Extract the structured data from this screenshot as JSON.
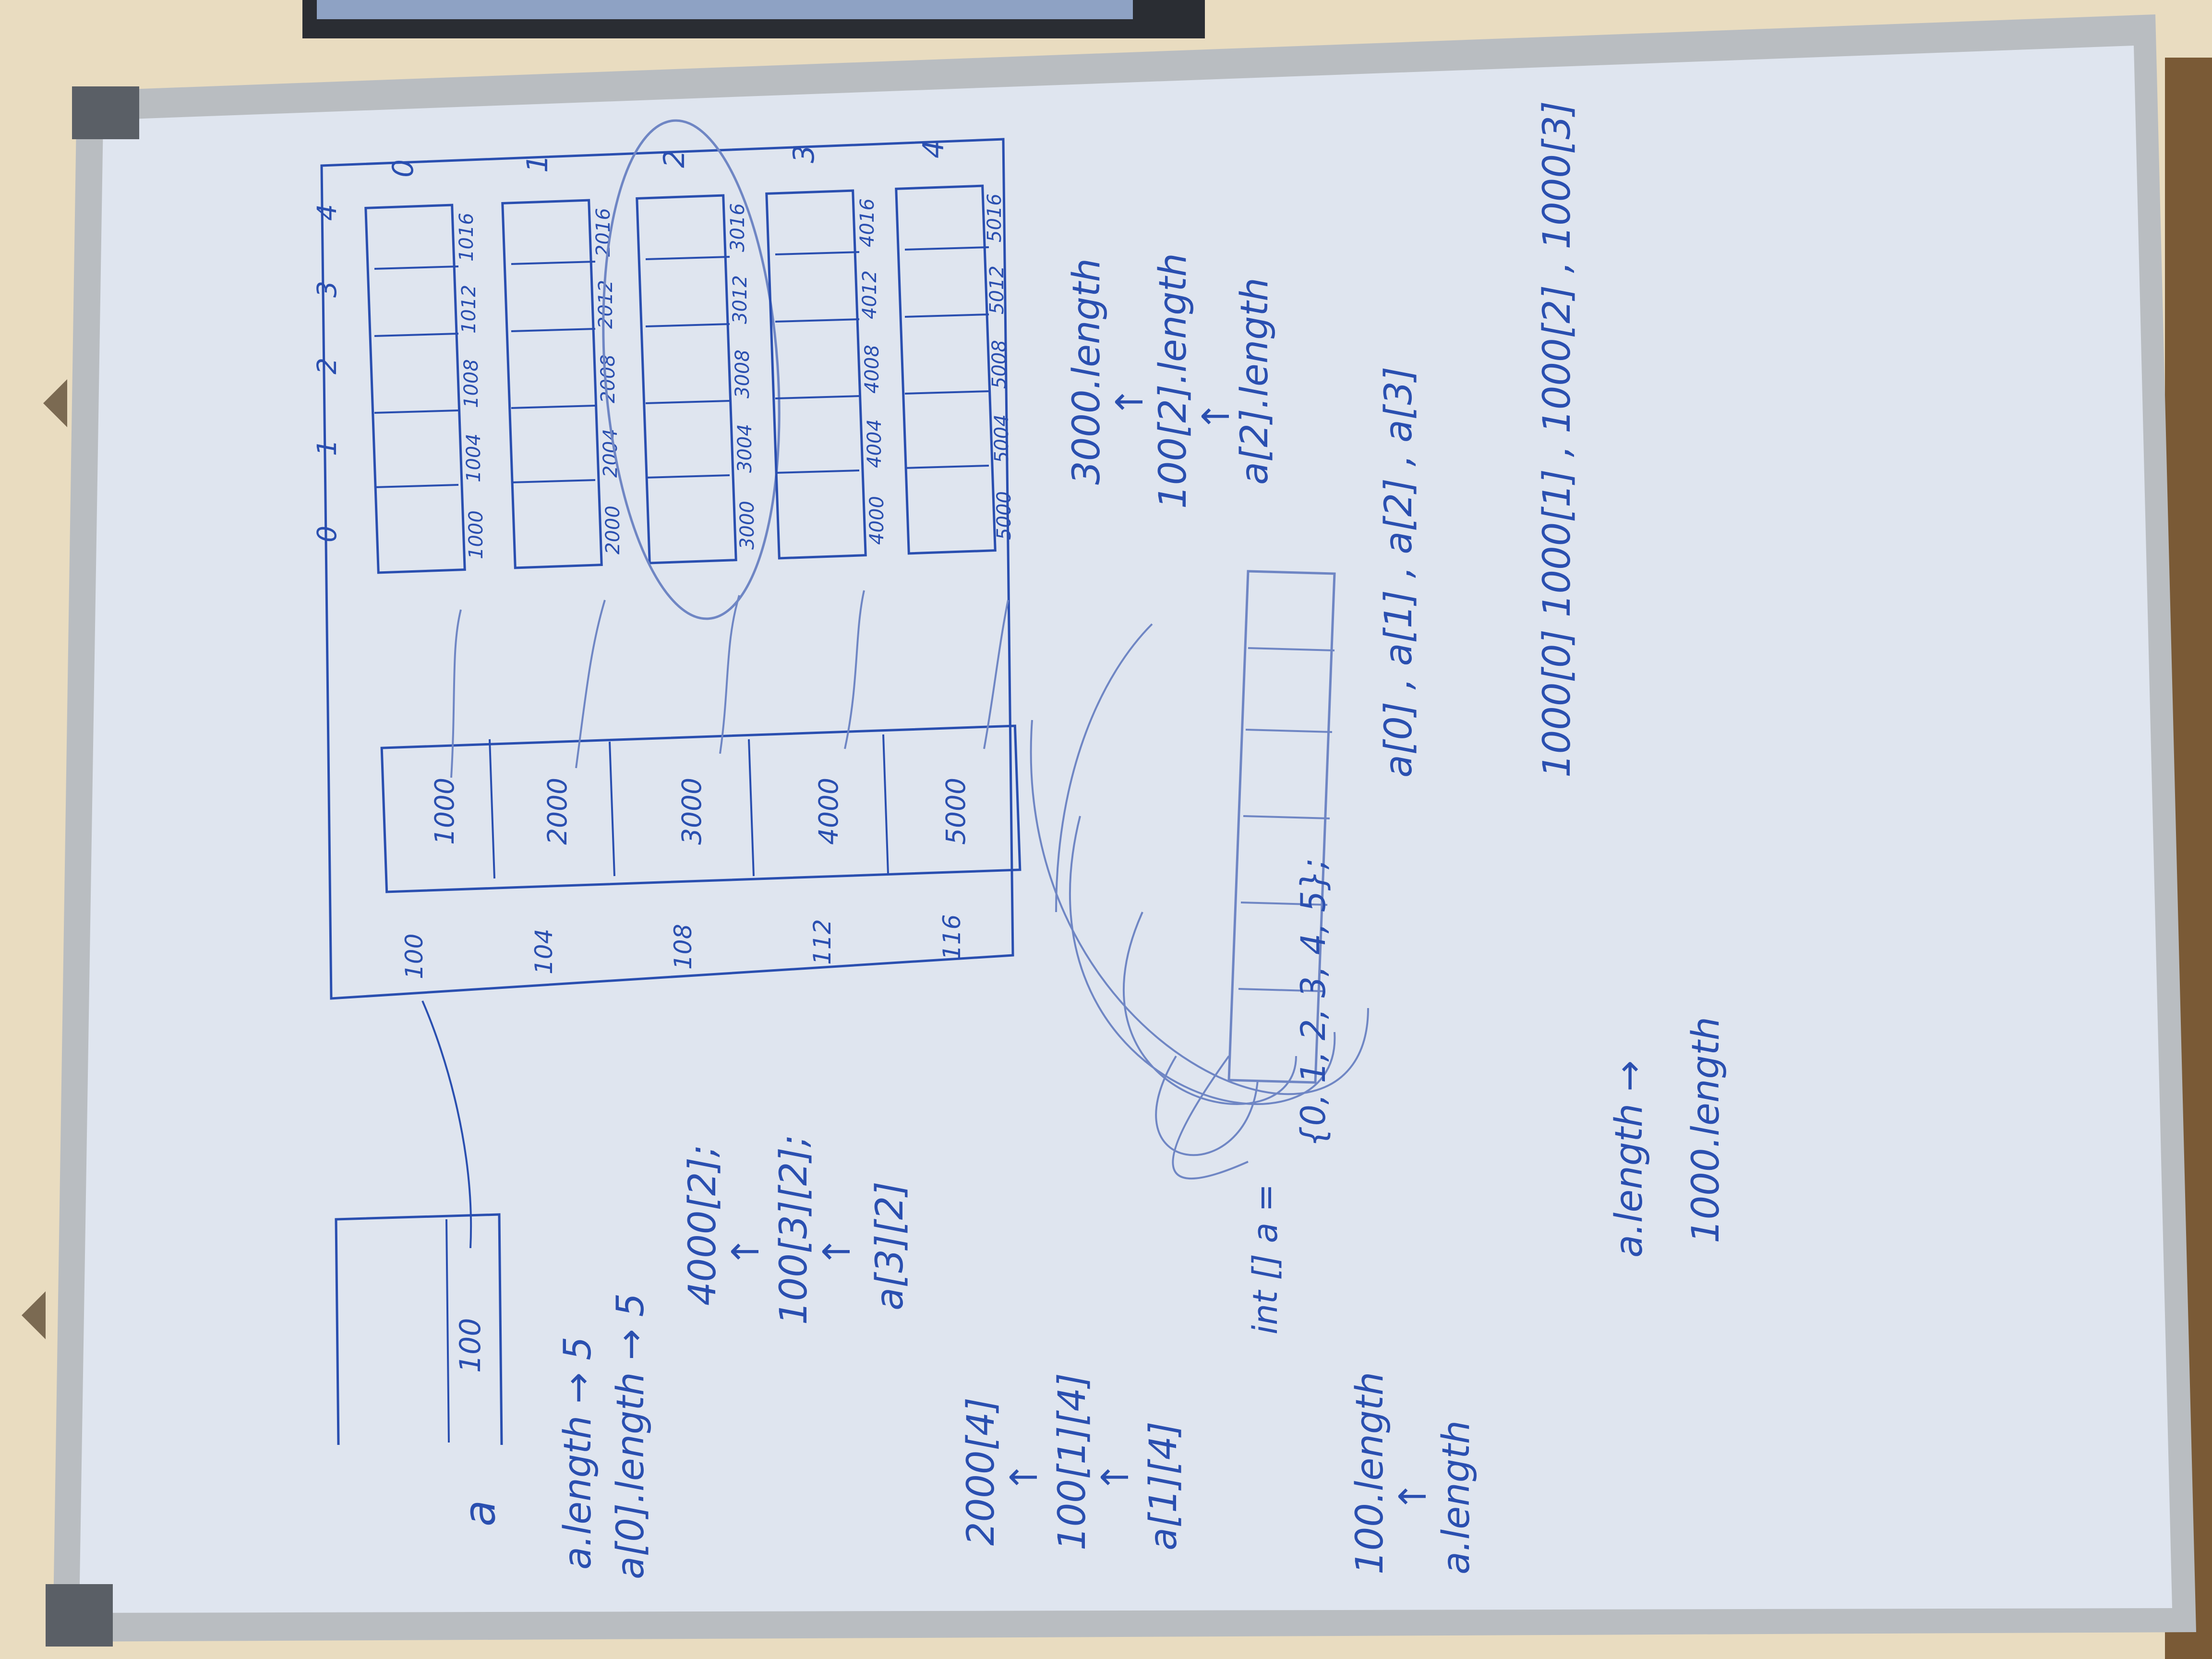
{
  "colors": {
    "wall": "#e9dcc0",
    "frame": "#b9bdc1",
    "board": "#dfe5ef",
    "marker_blue": "#2a4fb0",
    "ghost_blue": "#6f86c4",
    "corner": "#5a5f66"
  },
  "top_tile_labels": [
    "0",
    "1",
    "2",
    "3",
    "4"
  ],
  "inner_rows": [
    {
      "row": "0",
      "cells": [
        "1000",
        "1004",
        "1008",
        "1012",
        "1016"
      ]
    },
    {
      "row": "1",
      "cells": [
        "2000",
        "2004",
        "2008",
        "2012",
        "2016"
      ]
    },
    {
      "row": "2",
      "cells": [
        "3000",
        "3004",
        "3008",
        "3012",
        "3016"
      ]
    },
    {
      "row": "3",
      "cells": [
        "4000",
        "4004",
        "4008",
        "4012",
        "4016"
      ]
    },
    {
      "row": "4",
      "cells": [
        "5000",
        "5004",
        "5008",
        "5012",
        "5016"
      ]
    }
  ],
  "pointer_array": {
    "addresses": [
      "100",
      "104",
      "108",
      "112",
      "116"
    ],
    "values": [
      "1000",
      "2000",
      "3000",
      "4000",
      "5000"
    ]
  },
  "var_a": {
    "name": "a",
    "value": "100"
  },
  "list_a": [
    {
      "lines": [
        "a.length → 5",
        "a[0].length → 5"
      ]
    },
    {
      "lines": [
        "4000[2];",
        "↑",
        "100[3][2];",
        "↑",
        "a[3][2]"
      ]
    },
    {
      "lines": [
        "2000[4]",
        "↑",
        "100[1][4]",
        "↑",
        "a[1][4]"
      ]
    },
    {
      "lines": [
        "int [] a =",
        "{0, 1, 2, 3, 4, 5};"
      ]
    },
    {
      "lines": [
        "100.length",
        "↑",
        "a.length"
      ]
    },
    {
      "lines": [
        "a.length →",
        "1000.length"
      ]
    }
  ],
  "list_b": [
    {
      "lines": [
        "3000.length",
        "↑",
        "100[2].length",
        "↑",
        "a[2].length"
      ]
    },
    {
      "lines": [
        "a[0] ,  a[1] ,  a[2] ,  a[3]"
      ]
    },
    {
      "lines": [
        "1000[0]   1000[1] ,  1000[2] ,  1000[3]"
      ]
    }
  ]
}
